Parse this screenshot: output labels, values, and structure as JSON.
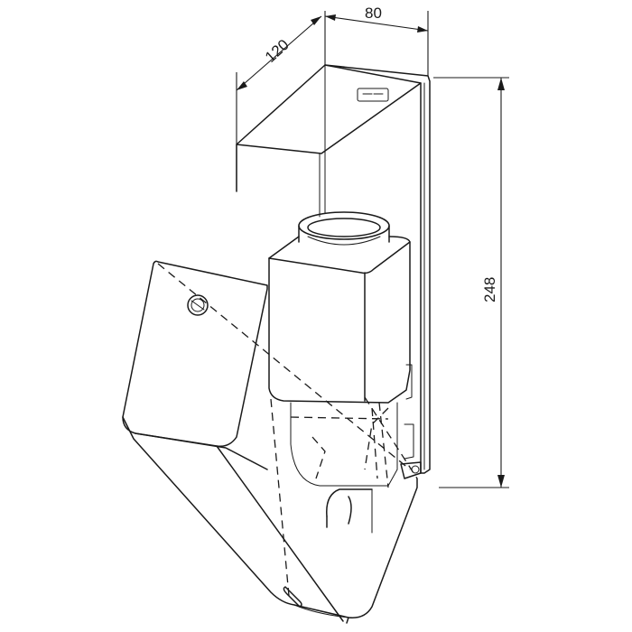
{
  "dimensions": {
    "width": "80",
    "depth": "120",
    "height": "248"
  },
  "colors": {
    "line": "#1a1a1a",
    "background": "#ffffff"
  }
}
